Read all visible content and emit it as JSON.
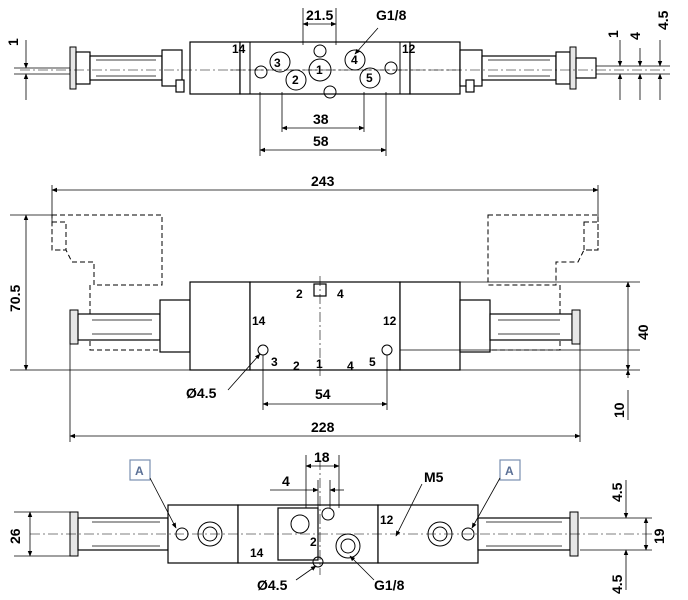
{
  "top_view": {
    "dims": {
      "d21_5": "21.5",
      "g18": "G1/8",
      "d1_left": "1",
      "d1_right": "1",
      "d4": "4",
      "d4_5": "4.5",
      "d38": "38",
      "d58": "58"
    },
    "ports": {
      "p14": "14",
      "p12": "12",
      "p3": "3",
      "p1": "1",
      "p2": "2",
      "p4": "4",
      "p5": "5"
    }
  },
  "front_view": {
    "dims": {
      "d243": "243",
      "d70_5": "70.5",
      "d40": "40",
      "d10": "10",
      "d54": "54",
      "d228": "228",
      "hole": "Ø4.5"
    },
    "ports": {
      "p2": "2",
      "p4": "4",
      "p14": "14",
      "p12": "12",
      "p3": "3",
      "p2b": "2",
      "p1": "1",
      "p4b": "4",
      "p5": "5"
    }
  },
  "bottom_view": {
    "dims": {
      "d18": "18",
      "d4": "4",
      "m5": "M5",
      "d4_5_top": "4.5",
      "d19": "19",
      "d4_5_bottom": "4.5",
      "d26": "26",
      "hole": "Ø4.5",
      "g18": "G1/8"
    },
    "ports": {
      "p12": "12",
      "p2": "2",
      "p14": "14"
    },
    "view_markers": {
      "left": "A",
      "right": "A"
    }
  }
}
